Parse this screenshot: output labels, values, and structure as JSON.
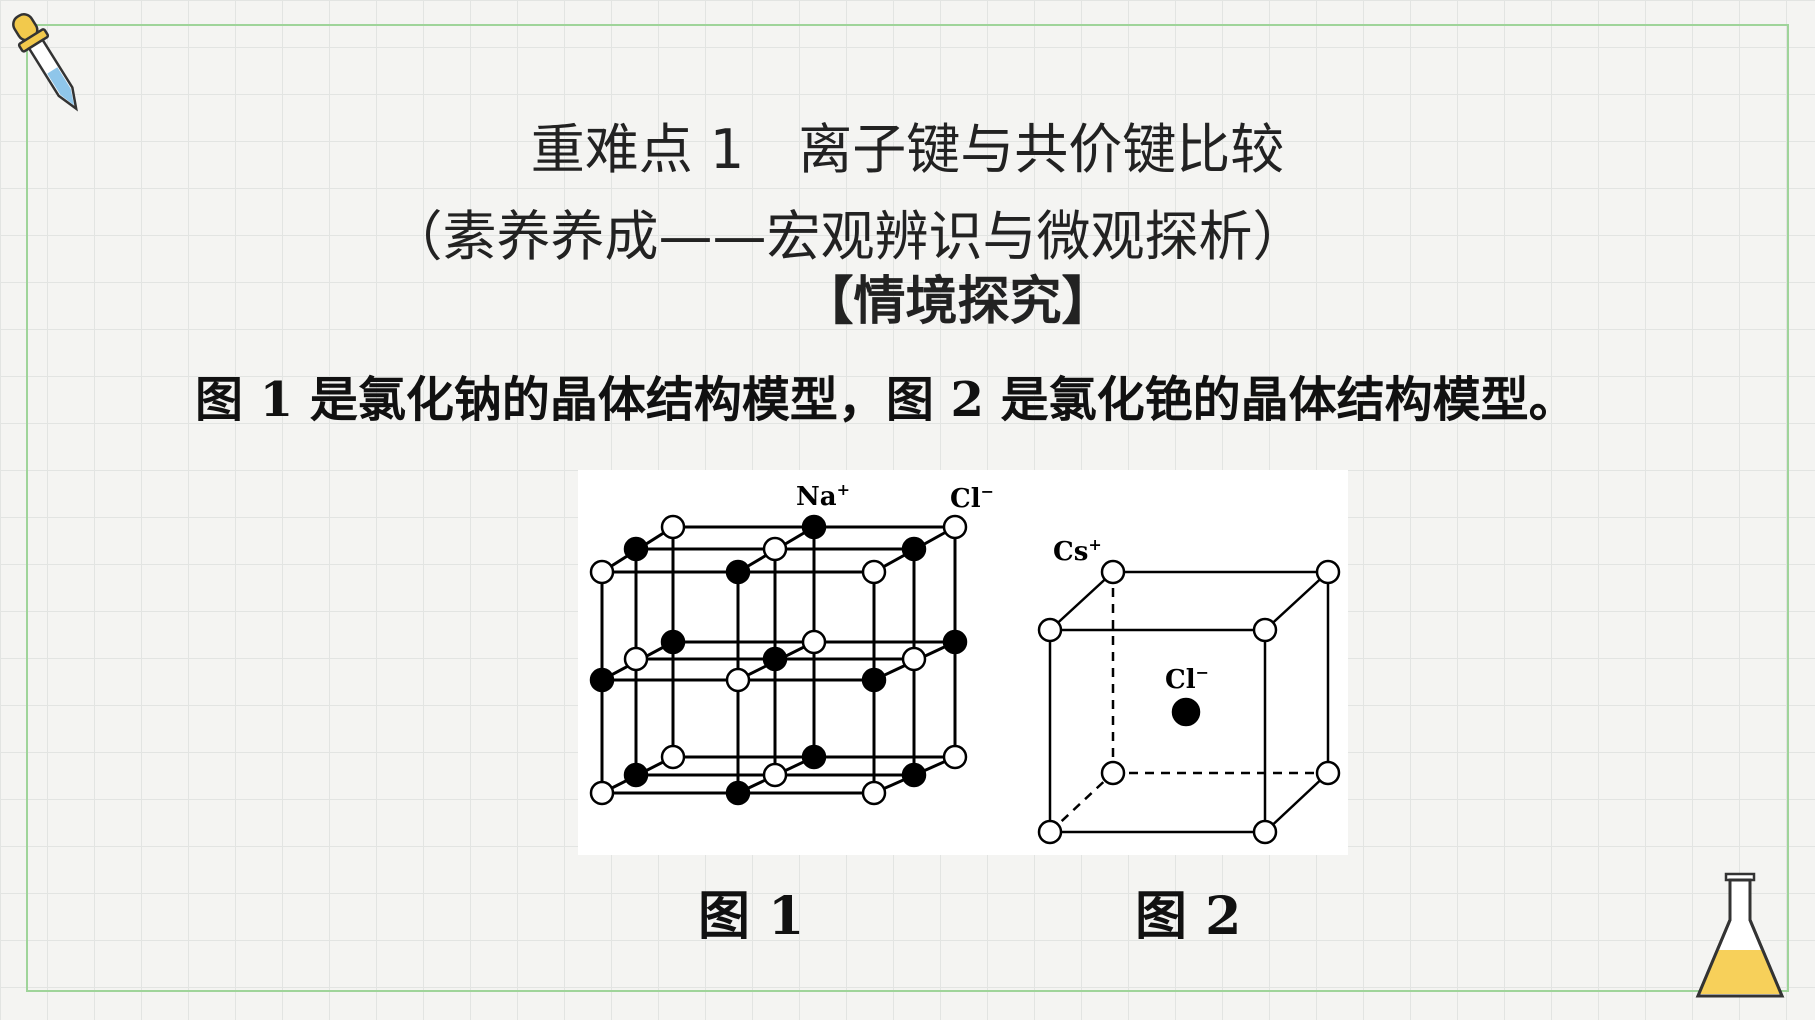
{
  "slide": {
    "title_line1": "重难点 1　离子键与共价键比较",
    "title_line2": "（素养养成——宏观辨识与微观探析）",
    "section_label": "【情境探究】",
    "intro_text": "图 1 是氯化钠的晶体结构模型，图 2 是氯化铯的晶体结构模型。"
  },
  "figure1": {
    "caption": "图 1",
    "label_na_base": "Na",
    "label_na_charge": "+",
    "label_cl_base": "Cl",
    "label_cl_charge": "−"
  },
  "figure2": {
    "caption": "图 2",
    "label_cs_base": "Cs",
    "label_cs_charge": "+",
    "label_cl_base": "Cl",
    "label_cl_charge": "−"
  },
  "decorations": {
    "top_left": "dropper-icon",
    "bottom_right": "flask-icon"
  },
  "colors": {
    "frame": "#9fd49a",
    "dropper_accent": "#f2c94c",
    "dropper_tip": "#8fc6ea",
    "flask_liquid": "#f7d05a"
  }
}
